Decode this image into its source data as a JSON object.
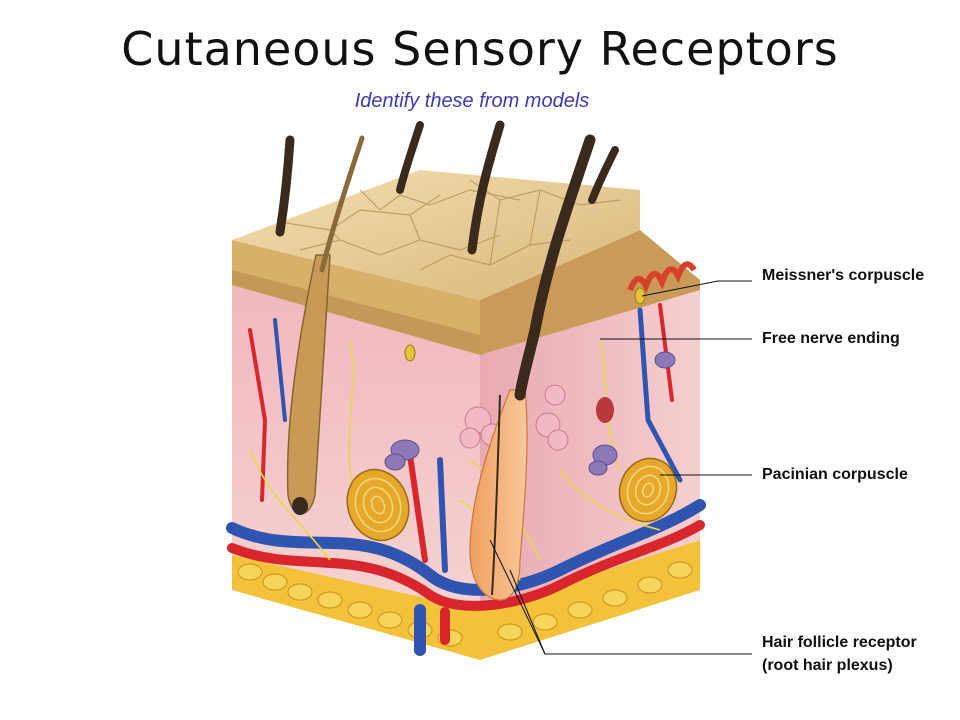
{
  "title": "Cutaneous Sensory Receptors",
  "subtitle": "Identify these from models",
  "labels": {
    "meissner": "Meissner's corpuscle",
    "free_nerve": "Free nerve ending",
    "pacinian": "Pacinian corpuscle",
    "hair_follicle_line1": "Hair follicle receptor",
    "hair_follicle_line2": "(root hair plexus)"
  },
  "colors": {
    "epidermis": "#e8cf9a",
    "dermis": "#f2c6c8",
    "fat": "#f3c23a",
    "artery": "#d8262c",
    "vein": "#2f55b0",
    "nerve": "#e6d84a",
    "hair": "#3a2a1e"
  }
}
